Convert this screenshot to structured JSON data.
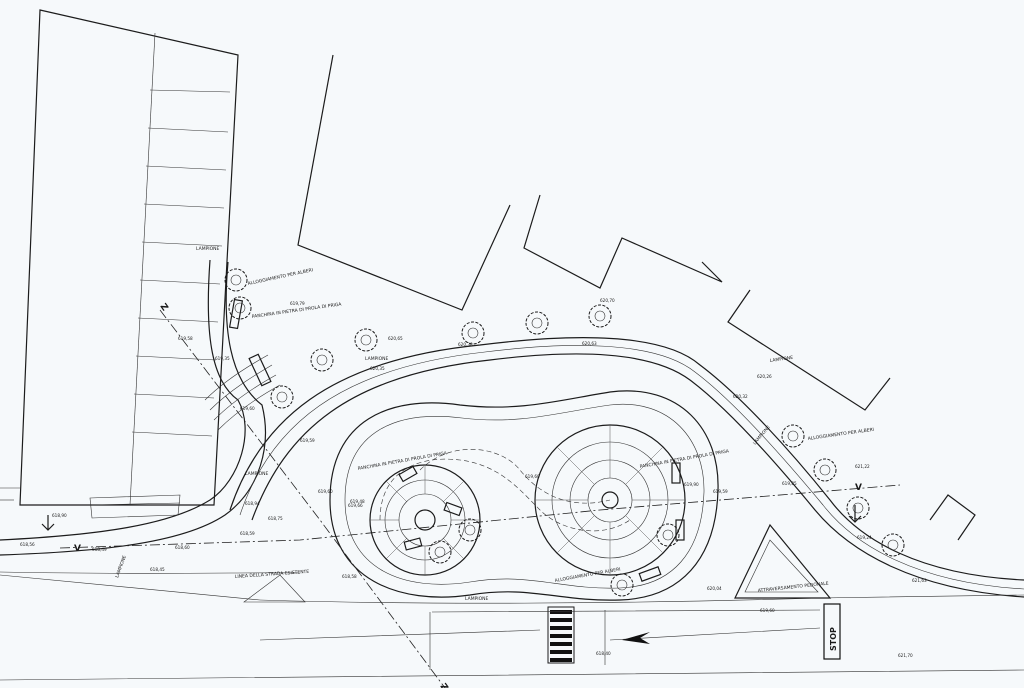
{
  "labels": {
    "alloggiamento_alberi_nw": "ALLOGGIAMENTO PER ALBERI",
    "alloggiamento_alberi_e": "ALLOGGIAMENTO PER ALBERI",
    "alloggiamento_alberi_s": "ALLOGGIAMENTO PER ALBERI",
    "panchina_pietra_nw": "PANCHINA IN PIETRA DI PROLA DI PRIGA",
    "panchina_pietra_mid": "PANCHINA IN PIETRA DI PROLA DI PRIGA",
    "panchina_pietra_e": "PANCHINA IN PIETRA DI PROLA DI PRIGA",
    "linea_strada": "LINEA DELLA STRADA ESISTENTE",
    "attraversamento": "ATTRAVERSAMENTO PEDONALE",
    "stop": "STOP",
    "lampione_1": "LAMPIONE",
    "lampione_2": "LAMPIONE",
    "lampione_3": "LAMPIONE",
    "lampione_4": "LAMPIONE",
    "lampione_5": "LAMPIONE",
    "lampione_6": "LAMPIONE",
    "lampione_7": "LAMPIONE"
  },
  "section_marks": {
    "z_top": "Z",
    "z_bottom": "Z",
    "v_left": "V",
    "v_right": "V"
  },
  "elevations": {
    "e1": "618,90",
    "e2": "618,56",
    "e3": "619,58",
    "e4": "619,35",
    "e5": "619,60",
    "e6": "619,59",
    "e7": "619,79",
    "e8": "620,70",
    "e9": "620,38",
    "e10": "620,63",
    "e11": "620,65",
    "e12": "620,35",
    "e13": "621,22",
    "e14": "620,26",
    "e15": "620,32",
    "e16": "619,85",
    "e17": "619,59",
    "e18": "619,90",
    "e19": "619,60",
    "e20": "619,66",
    "e21": "619,60",
    "e22": "618,40",
    "e23": "618,94",
    "e24": "618,75",
    "e25": "618,58",
    "e26": "618,60",
    "e27": "618,45",
    "e28": "618,49",
    "e29": "620,04",
    "e30": "621,63",
    "e31": "621,70",
    "e32": "619,24",
    "e33": "619,48",
    "e34": "618,59",
    "e35": "619,60"
  },
  "colors": {
    "ink": "#1c1c1c",
    "paper": "#f6f9fb"
  }
}
